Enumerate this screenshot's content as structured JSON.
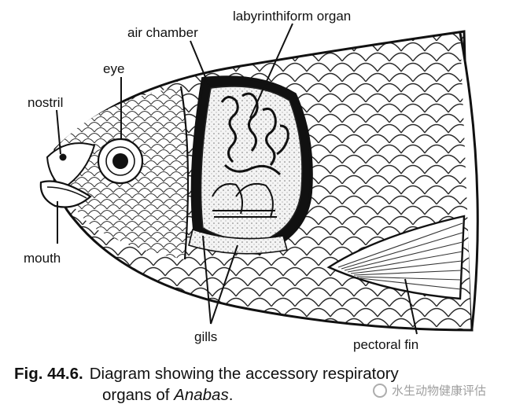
{
  "labels": {
    "labyrinthiform_organ": "labyrinthiform organ",
    "air_chamber": "air chamber",
    "eye": "eye",
    "nostril": "nostril",
    "mouth": "mouth",
    "gills": "gills",
    "pectoral_fin": "pectoral fin"
  },
  "caption": {
    "fig": "Fig. 44.6.",
    "line1": "Diagram showing the accessory respiratory",
    "line2_prefix": "organs of ",
    "line2_italic": "Anabas",
    "line2_suffix": "."
  },
  "watermark": {
    "icon": "wechat-icon",
    "text": "水生动物健康评估"
  }
}
